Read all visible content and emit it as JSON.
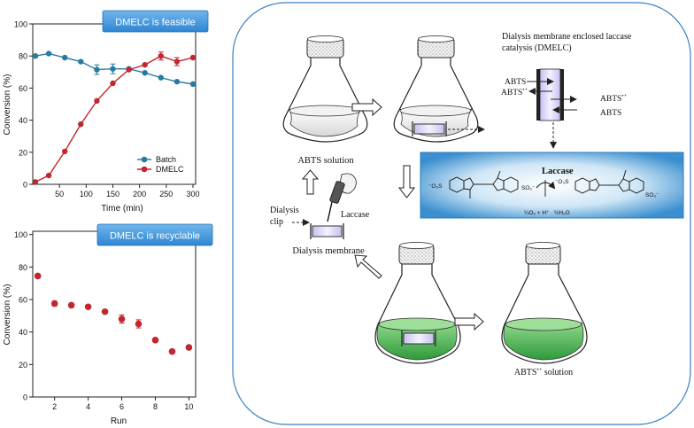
{
  "chart_data": [
    {
      "type": "line",
      "title_banner": "DMELC is feasible",
      "xlabel": "Time (min)",
      "ylabel": "Conversion (%)",
      "xlim": [
        0,
        305
      ],
      "ylim": [
        0,
        100
      ],
      "xticks": [
        "50",
        "100",
        "150",
        "200",
        "250",
        "300"
      ],
      "xtick_values": [
        50,
        100,
        150,
        200,
        250,
        300
      ],
      "yticks": [
        "0",
        "20",
        "40",
        "60",
        "80",
        "100"
      ],
      "ytick_values": [
        0,
        20,
        40,
        60,
        80,
        100
      ],
      "legend_position": "bottom-right",
      "series": [
        {
          "name": "Batch",
          "color": "#2a7aa0",
          "x": [
            5,
            30,
            60,
            90,
            120,
            150,
            180,
            210,
            240,
            270,
            300
          ],
          "y": [
            80,
            81.5,
            79,
            76.5,
            71.5,
            72,
            72,
            69.5,
            66.5,
            64,
            62.5
          ],
          "err": [
            0,
            0,
            0,
            0,
            3,
            3,
            0,
            0,
            0,
            0,
            0
          ]
        },
        {
          "name": "DMELC",
          "color": "#c0282d",
          "x": [
            5,
            30,
            60,
            90,
            120,
            150,
            180,
            210,
            240,
            270,
            300
          ],
          "y": [
            1.5,
            5.5,
            20.5,
            37.5,
            52,
            63,
            71.5,
            74.5,
            80,
            76.5,
            79
          ],
          "err": [
            0,
            0,
            0,
            0,
            0,
            0,
            0,
            0,
            2.5,
            2.5,
            0
          ]
        }
      ]
    },
    {
      "type": "scatter",
      "title_banner": "DMELC is recyclable",
      "xlabel": "Run",
      "ylabel": "Conversion (%)",
      "xlim": [
        0.7,
        10.4
      ],
      "ylim": [
        0,
        102
      ],
      "xticks": [
        "2",
        "4",
        "6",
        "8",
        "10"
      ],
      "xtick_values": [
        2,
        4,
        6,
        8,
        10
      ],
      "yticks": [
        "0",
        "20",
        "40",
        "60",
        "80",
        "100"
      ],
      "ytick_values": [
        0,
        20,
        40,
        60,
        80,
        100
      ],
      "series": [
        {
          "color": "#c0282d",
          "x": [
            1,
            2,
            3,
            4,
            5,
            6,
            7,
            8,
            9,
            10
          ],
          "y": [
            74.5,
            57.5,
            56.5,
            55.5,
            52.5,
            48,
            45,
            35,
            28,
            30.5
          ],
          "err": [
            0,
            1.5,
            0,
            0,
            0,
            2.5,
            2.5,
            0,
            0,
            0
          ]
        }
      ]
    }
  ],
  "diagram": {
    "title_line1": "Dialysis membrane enclosed laccase",
    "title_line2": "catalysis (DMELC)",
    "abts_solution_label": "ABTS solution",
    "abts_radical_solution_label": "ABTS",
    "radical_superscript": "•+",
    "solution_word": "solution",
    "dialysis_clip_label_1": "Dialysis",
    "dialysis_clip_label_2": "clip",
    "laccase_label": "Laccase",
    "dialysis_membrane_label": "Dialysis membrane",
    "membrane_abts_in": "ABTS",
    "membrane_abts_radical_in": "ABTS",
    "membrane_abts_radical_out": "ABTS",
    "membrane_abts_out": "ABTS",
    "reaction_title": "Laccase",
    "reaction_o2": "¼O₂ + H⁺",
    "reaction_h2o": "½H₂O"
  }
}
